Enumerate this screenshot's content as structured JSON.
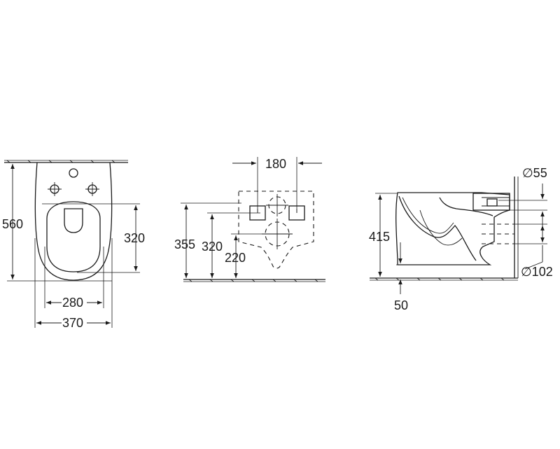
{
  "front_view": {
    "height_label": "560",
    "seat_height_label": "320",
    "inner_width_label": "280",
    "outer_width_label": "370"
  },
  "rear_view": {
    "bolt_spacing_label": "180",
    "height_label": "355",
    "bolt_height_label": "320",
    "outlet_height_label": "220"
  },
  "side_view": {
    "height_label": "415",
    "inlet_diameter_label": "∅55",
    "outlet_diameter_label": "∅102",
    "offset_label": "50"
  }
}
